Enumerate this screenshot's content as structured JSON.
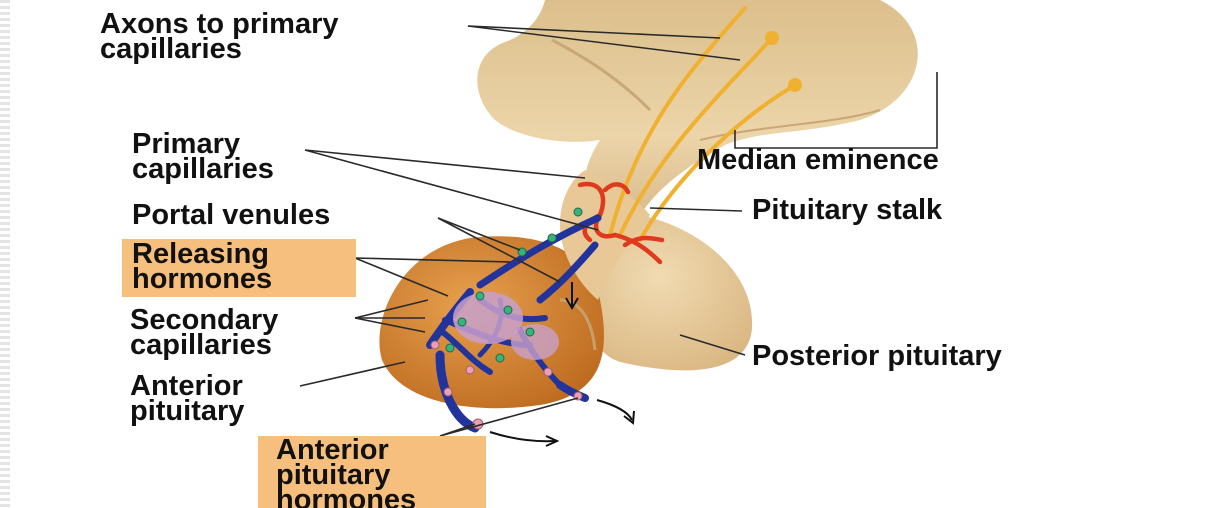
{
  "labels": {
    "axons": "Axons to primary\ncapillaries",
    "median_eminence": "Median eminence",
    "primary_capillaries": "Primary\ncapillaries",
    "portal_venules": "Portal venules",
    "pituitary_stalk": "Pituitary stalk",
    "releasing_hormones": "Releasing\nhormones",
    "secondary_capillaries": "Secondary\ncapillaries",
    "posterior_pituitary": "Posterior pituitary",
    "anterior_pituitary": "Anterior\npituitary",
    "anterior_pituitary_hormones": "Anterior\npituitary\nhormones"
  },
  "colors": {
    "hypothalamus_tissue": "#e9cf9e",
    "anterior_pituitary": "#d3822f",
    "venous_blood_vessels": "#23339c",
    "arterial_capillaries": "#de3a1e",
    "axons": "#f0b030",
    "label_highlight_box": "#f7bf7d",
    "leader_lines": "#2a2a2a"
  }
}
